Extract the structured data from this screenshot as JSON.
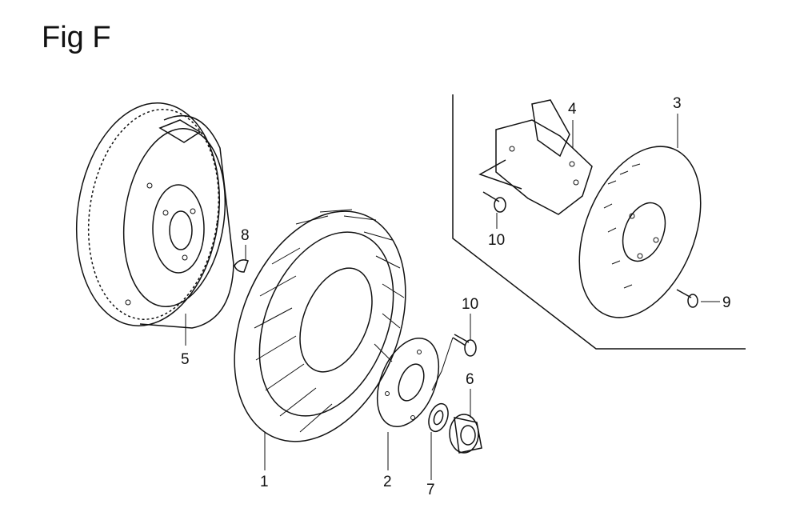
{
  "figure": {
    "title": "Fig F"
  },
  "callouts": {
    "c1": "1",
    "c2": "2",
    "c3": "3",
    "c4": "4",
    "c5": "5",
    "c6": "6",
    "c7": "7",
    "c8": "8",
    "c9": "9",
    "c10_left": "10",
    "c10_center": "10"
  }
}
